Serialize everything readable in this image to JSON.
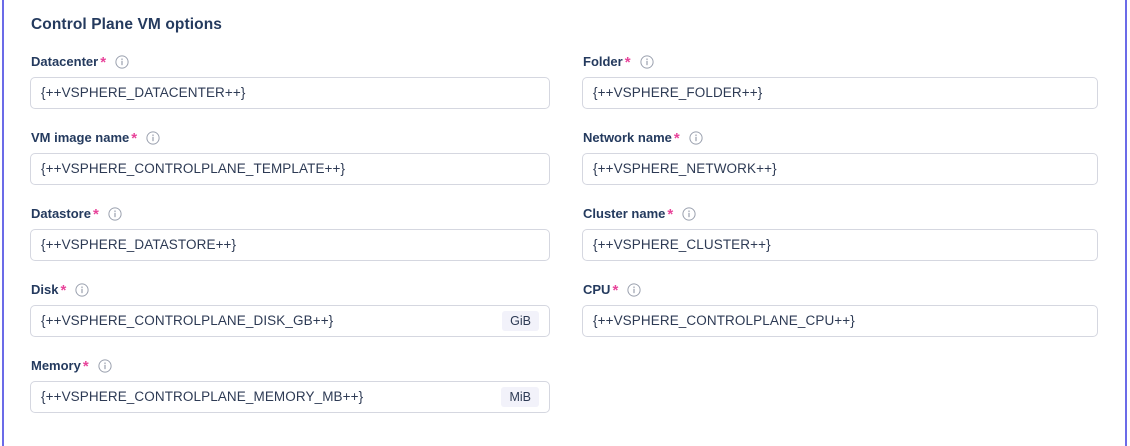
{
  "panel": {
    "title": "Control Plane VM options",
    "accent_rail_color": "#6b6be8",
    "required_marker_color": "#e8449a",
    "label_color": "#243a5e",
    "input_border_color": "#d5d7e0",
    "unit_badge_bg": "#f2f2fa",
    "required_marker": "*",
    "info_icon_name": "info-circle-icon"
  },
  "fields": [
    {
      "id": "datacenter",
      "label": "Datacenter",
      "required": true,
      "has_info": true,
      "value": "{++VSPHERE_DATACENTER++}",
      "unit": null,
      "column": "left"
    },
    {
      "id": "folder",
      "label": "Folder",
      "required": true,
      "has_info": true,
      "value": "{++VSPHERE_FOLDER++}",
      "unit": null,
      "column": "right"
    },
    {
      "id": "vm-image-name",
      "label": "VM image name",
      "required": true,
      "has_info": true,
      "value": "{++VSPHERE_CONTROLPLANE_TEMPLATE++}",
      "unit": null,
      "column": "left"
    },
    {
      "id": "network-name",
      "label": "Network name",
      "required": true,
      "has_info": true,
      "value": "{++VSPHERE_NETWORK++}",
      "unit": null,
      "column": "right"
    },
    {
      "id": "datastore",
      "label": "Datastore",
      "required": true,
      "has_info": true,
      "value": "{++VSPHERE_DATASTORE++}",
      "unit": null,
      "column": "left"
    },
    {
      "id": "cluster-name",
      "label": "Cluster name",
      "required": true,
      "has_info": true,
      "value": "{++VSPHERE_CLUSTER++}",
      "unit": null,
      "column": "right"
    },
    {
      "id": "disk",
      "label": "Disk",
      "required": true,
      "has_info": true,
      "value": "{++VSPHERE_CONTROLPLANE_DISK_GB++}",
      "unit": "GiB",
      "column": "left"
    },
    {
      "id": "cpu",
      "label": "CPU",
      "required": true,
      "has_info": true,
      "value": "{++VSPHERE_CONTROLPLANE_CPU++}",
      "unit": null,
      "column": "right"
    },
    {
      "id": "memory",
      "label": "Memory",
      "required": true,
      "has_info": true,
      "value": "{++VSPHERE_CONTROLPLANE_MEMORY_MB++}",
      "unit": "MiB",
      "column": "left"
    }
  ]
}
